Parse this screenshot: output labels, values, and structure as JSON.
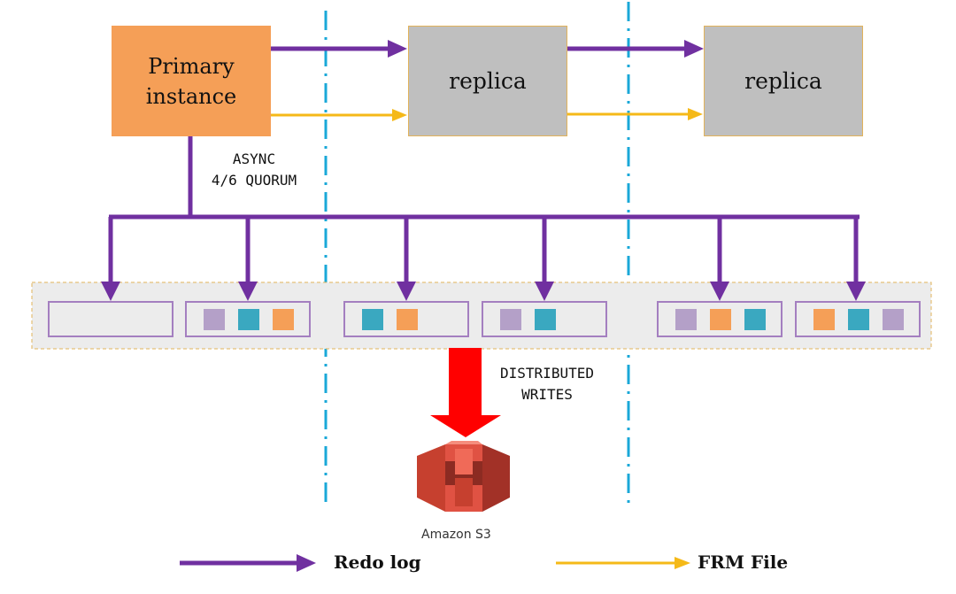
{
  "primary": {
    "line1": "Primary",
    "line2": "instance"
  },
  "replicas": [
    {
      "label": "replica"
    },
    {
      "label": "replica"
    }
  ],
  "async_label": {
    "line1": "ASYNC",
    "line2": "4/6 QUORUM"
  },
  "distributed_label": {
    "line1": "DISTRIBUTED",
    "line2": "WRITES"
  },
  "s3": {
    "label": "Amazon S3",
    "icon": "amazon-s3-icon"
  },
  "legend": {
    "redo": {
      "label": "Redo log",
      "color": "#7030a0"
    },
    "frm": {
      "label": "FRM File",
      "color": "#f5b918"
    }
  },
  "colors": {
    "purple": "#7030a0",
    "yellow": "#f5b918",
    "divider": "#1aa8d8",
    "lavender": "#b4a0c8",
    "teal": "#3aa8c0",
    "orange": "#f59f57",
    "red": "#ff0000"
  },
  "storage": {
    "segments": [
      {
        "blocks": []
      },
      {
        "blocks": [
          "lavender",
          "teal",
          "orange"
        ]
      },
      {
        "blocks": [
          "teal",
          "orange"
        ]
      },
      {
        "blocks": [
          "lavender",
          "teal"
        ]
      },
      {
        "blocks": [
          "lavender",
          "orange",
          "teal"
        ]
      },
      {
        "blocks": [
          "orange",
          "teal",
          "lavender"
        ]
      }
    ]
  }
}
